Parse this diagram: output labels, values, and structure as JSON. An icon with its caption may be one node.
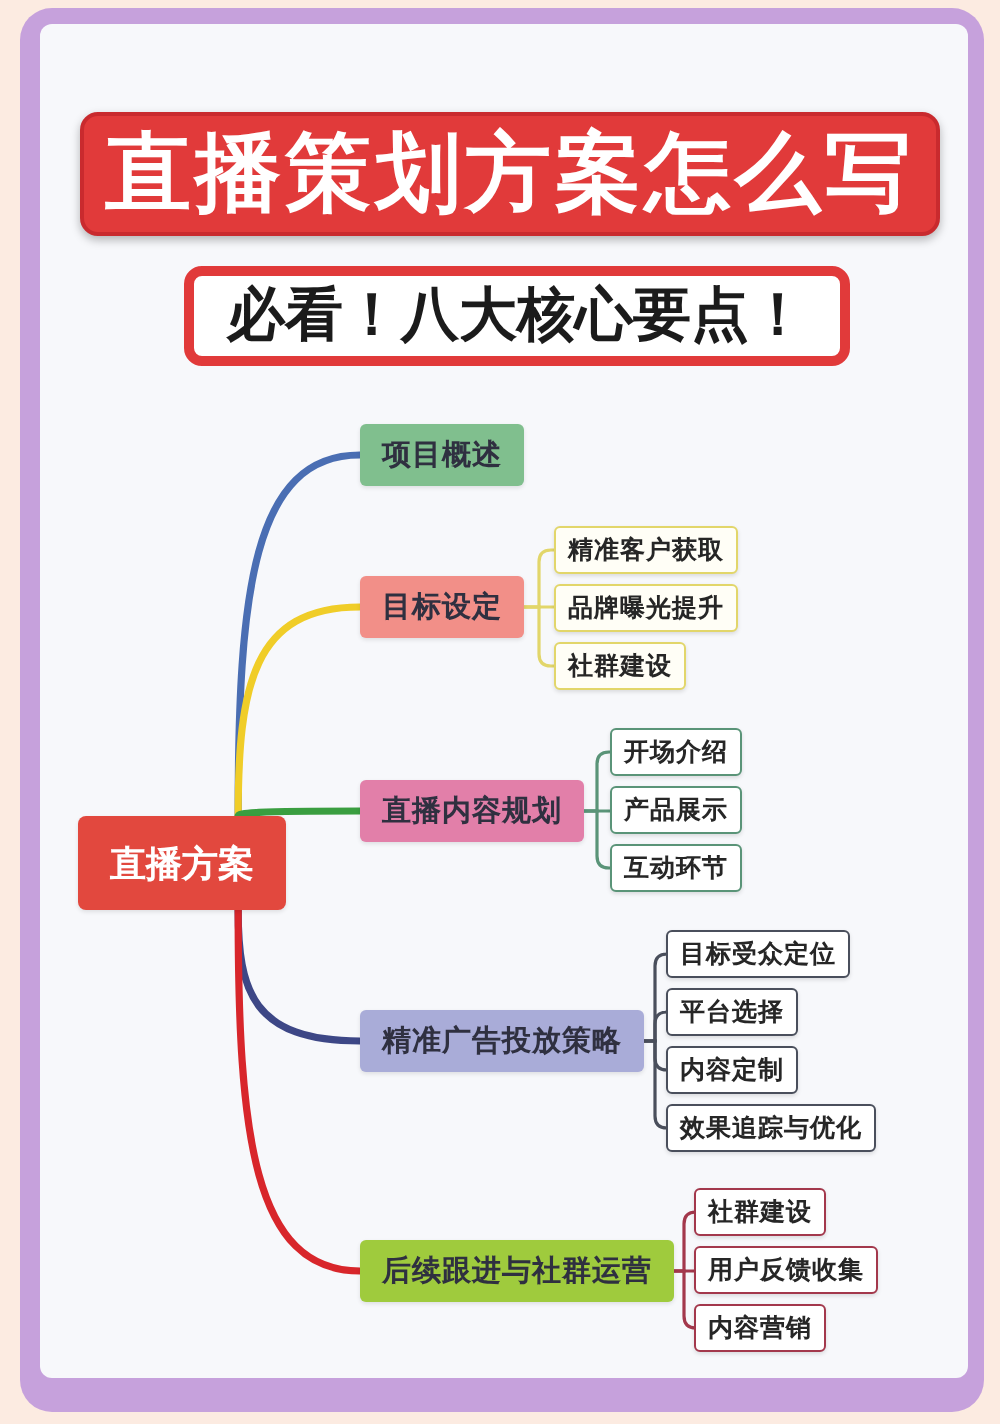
{
  "diagram": {
    "title": "直播策划方案怎么写",
    "nodes": [
      {
        "text": [
          "直播方案"
        ]
      },
      {
        "text": [
          "项目概述"
        ]
      },
      {
        "text": [
          "目标设定"
        ]
      },
      {
        "text": [
          "精准客户获取"
        ]
      },
      {
        "text": [
          "品牌曝光提升"
        ]
      },
      {
        "text": [
          "社群建设"
        ]
      },
      {
        "text": [
          "直播内容规划"
        ]
      },
      {
        "text": [
          "开场介绍"
        ]
      },
      {
        "text": [
          "产品展示"
        ]
      },
      {
        "text": [
          "互动环节"
        ]
      },
      {
        "text": [
          "精准广告投放策略"
        ]
      },
      {
        "text": [
          "目标受众定位"
        ]
      },
      {
        "text": [
          "平台选择"
        ]
      },
      {
        "text": [
          "内容定制"
        ]
      },
      {
        "text": [
          "效果追踪与优化"
        ]
      },
      {
        "text": [
          "后续跟进与社群运营"
        ]
      },
      {
        "text": [
          "社群建设"
        ]
      },
      {
        "text": [
          "用户反馈收集"
        ]
      },
      {
        "text": [
          "内容营销"
        ]
      }
    ],
    "edges": [
      {
        "from": 0,
        "to": 1,
        "arrow": "none",
        "style": "thick",
        "color": "#4a6eb3"
      },
      {
        "from": 0,
        "to": 2,
        "arrow": "none",
        "style": "thick",
        "color": "#f0cd28"
      },
      {
        "from": 0,
        "to": 6,
        "arrow": "none",
        "style": "thick",
        "color": "#3a9e40"
      },
      {
        "from": 0,
        "to": 10,
        "arrow": "none",
        "style": "thick",
        "color": "#3d4786"
      },
      {
        "from": 0,
        "to": 15,
        "arrow": "none",
        "style": "thick",
        "color": "#d8262b"
      },
      {
        "from": 2,
        "to": 3,
        "arrow": "none",
        "color": "#e2d66a"
      },
      {
        "from": 2,
        "to": 4,
        "arrow": "none",
        "color": "#e2d66a"
      },
      {
        "from": 2,
        "to": 5,
        "arrow": "none",
        "color": "#e2d66a"
      },
      {
        "from": 6,
        "to": 7,
        "arrow": "none",
        "color": "#5a9478"
      },
      {
        "from": 6,
        "to": 8,
        "arrow": "none",
        "color": "#5a9478"
      },
      {
        "from": 6,
        "to": 9,
        "arrow": "none",
        "color": "#5a9478"
      },
      {
        "from": 10,
        "to": 11,
        "arrow": "none",
        "color": "#4a4f5c"
      },
      {
        "from": 10,
        "to": 12,
        "arrow": "none",
        "color": "#4a4f5c"
      },
      {
        "from": 10,
        "to": 13,
        "arrow": "none",
        "color": "#4a4f5c"
      },
      {
        "from": 10,
        "to": 14,
        "arrow": "none",
        "color": "#4a4f5c"
      },
      {
        "from": 15,
        "to": 16,
        "arrow": "none",
        "color": "#a3384c"
      },
      {
        "from": 15,
        "to": 17,
        "arrow": "none",
        "color": "#a3384c"
      },
      {
        "from": 15,
        "to": 18,
        "arrow": "none",
        "color": "#a3384c"
      }
    ],
    "labels": [
      "必看！八大核心要点！"
    ]
  }
}
